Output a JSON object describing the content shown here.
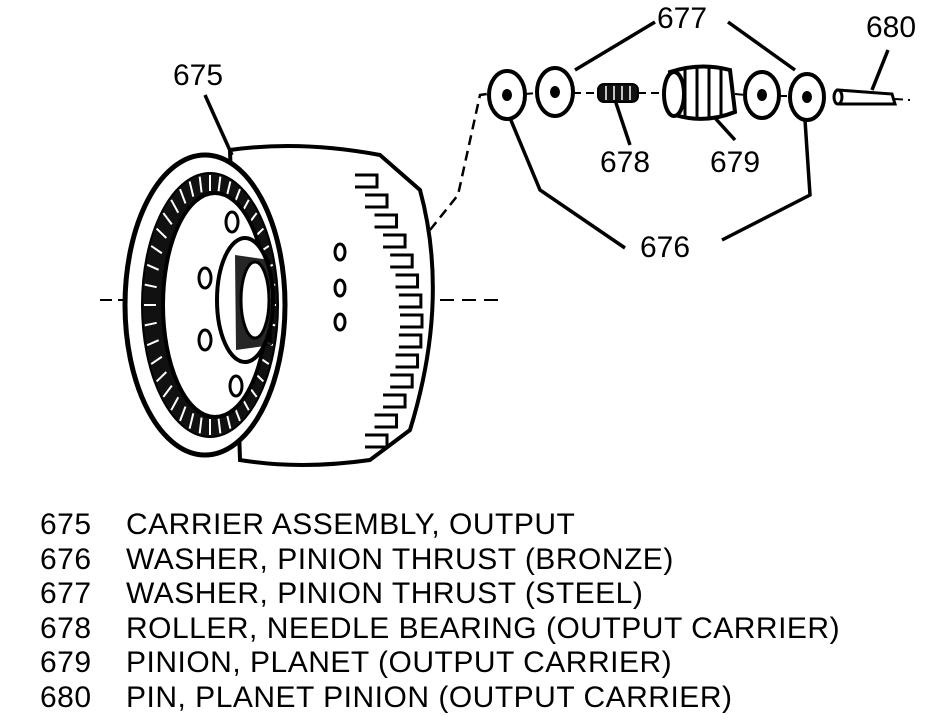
{
  "callouts": {
    "c675": "675",
    "c676": "676",
    "c677": "677",
    "c678": "678",
    "c679": "679",
    "c680": "680"
  },
  "legend": [
    {
      "number": "675",
      "description": "CARRIER ASSEMBLY, OUTPUT"
    },
    {
      "number": "676",
      "description": "WASHER, PINION THRUST (BRONZE)"
    },
    {
      "number": "677",
      "description": "WASHER, PINION THRUST (STEEL)"
    },
    {
      "number": "678",
      "description": "ROLLER, NEEDLE BEARING (OUTPUT CARRIER)"
    },
    {
      "number": "679",
      "description": "PINION, PLANET (OUTPUT CARRIER)"
    },
    {
      "number": "680",
      "description": "PIN, PLANET PINION (OUTPUT CARRIER)"
    }
  ]
}
